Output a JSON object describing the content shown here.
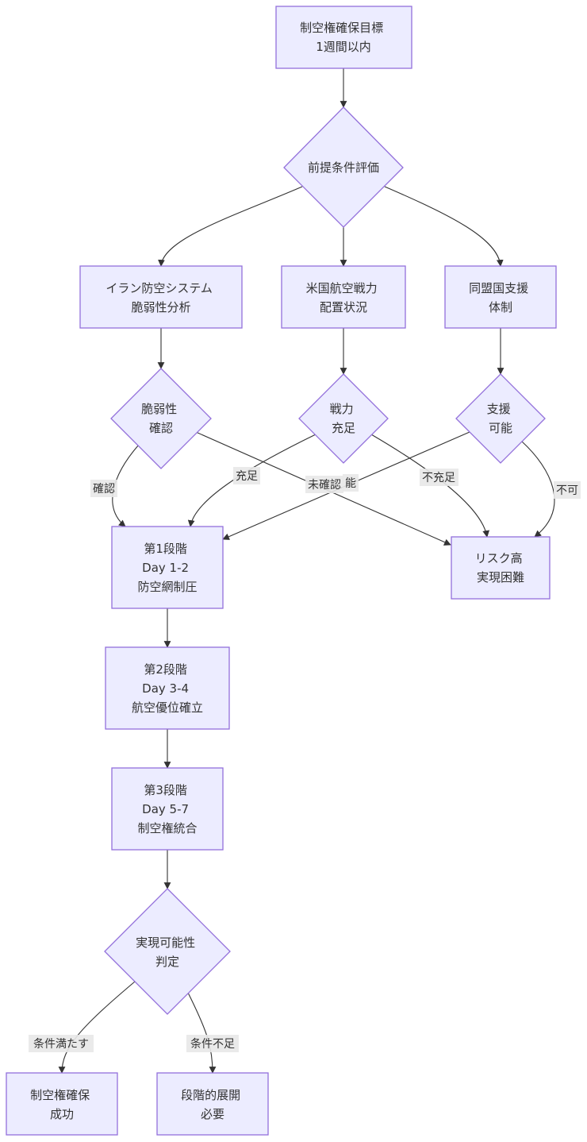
{
  "nodes": {
    "goal": [
      "制空権確保目標",
      "1週間以内"
    ],
    "premise": [
      "前提条件評価"
    ],
    "iran": [
      "イラン防空システム",
      "脆弱性分析"
    ],
    "us": [
      "米国航空戦力",
      "配置状況"
    ],
    "ally": [
      "同盟国支援",
      "体制"
    ],
    "vuln": [
      "脆弱性",
      "確認"
    ],
    "force": [
      "戦力",
      "充足"
    ],
    "support": [
      "支援",
      "可能"
    ],
    "phase1": [
      "第1段階",
      "Day 1-2",
      "防空網制圧"
    ],
    "risk": [
      "リスク高",
      "実現困難"
    ],
    "phase2": [
      "第2段階",
      "Day 3-4",
      "航空優位確立"
    ],
    "phase3": [
      "第3段階",
      "Day 5-7",
      "制空権統合"
    ],
    "judge": [
      "実現可能性",
      "判定"
    ],
    "success": [
      "制空権確保",
      "成功"
    ],
    "staged": [
      "段階的展開",
      "必要"
    ]
  },
  "edge_labels": {
    "vuln_yes": "確認",
    "vuln_no": "未確認",
    "force_yes": "充足",
    "force_no": "不充足",
    "support_yes": "能",
    "support_no": "不可",
    "judge_yes": "条件満たす",
    "judge_no": "条件不足"
  },
  "colors": {
    "node_fill": "#ECECFF",
    "node_stroke": "#9370DB",
    "edge": "#333333",
    "label_bg": "#e8e8e8",
    "text": "#333333"
  }
}
